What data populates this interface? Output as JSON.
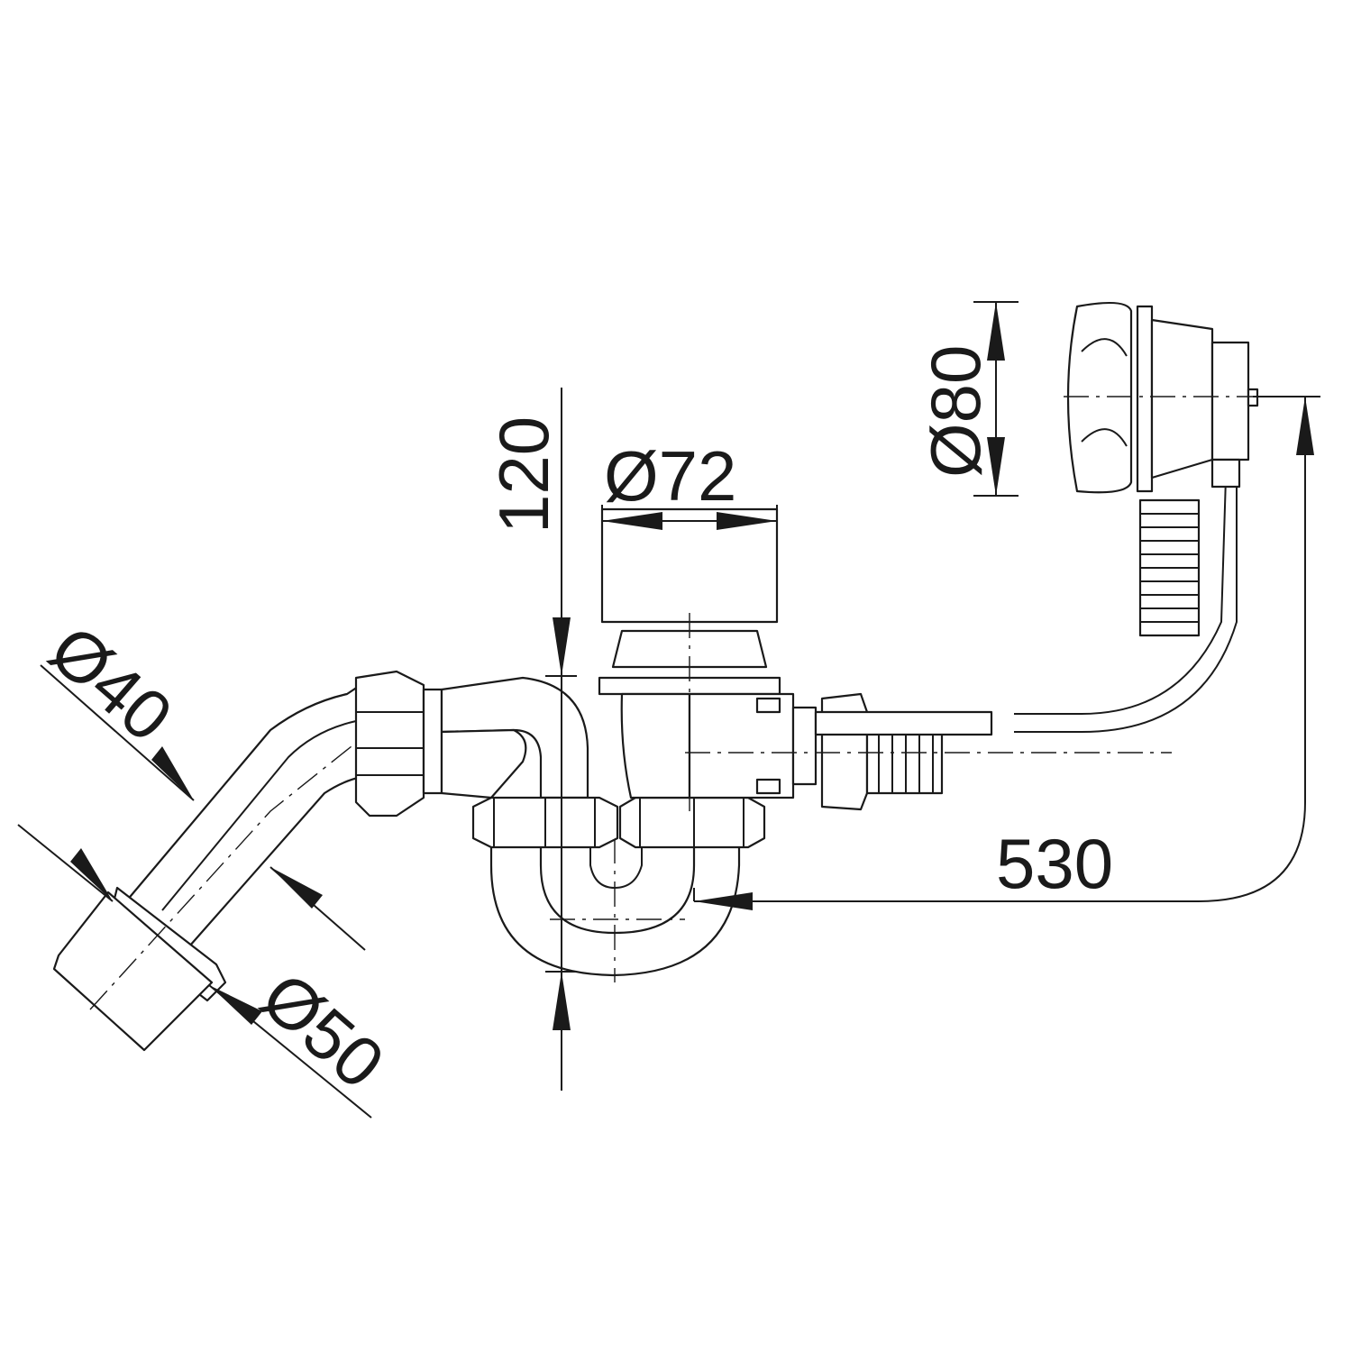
{
  "title": "Bath waste and overflow siphon dimension drawing",
  "dimensions": {
    "inlet_diameter": "Ø40",
    "outlet_diameter": "Ø50",
    "trap_height": "120",
    "drain_diameter": "Ø72",
    "overflow_diameter": "Ø80",
    "overall_length": "530"
  },
  "colors": {
    "line": "#1a1a1a",
    "background": "#ffffff"
  }
}
